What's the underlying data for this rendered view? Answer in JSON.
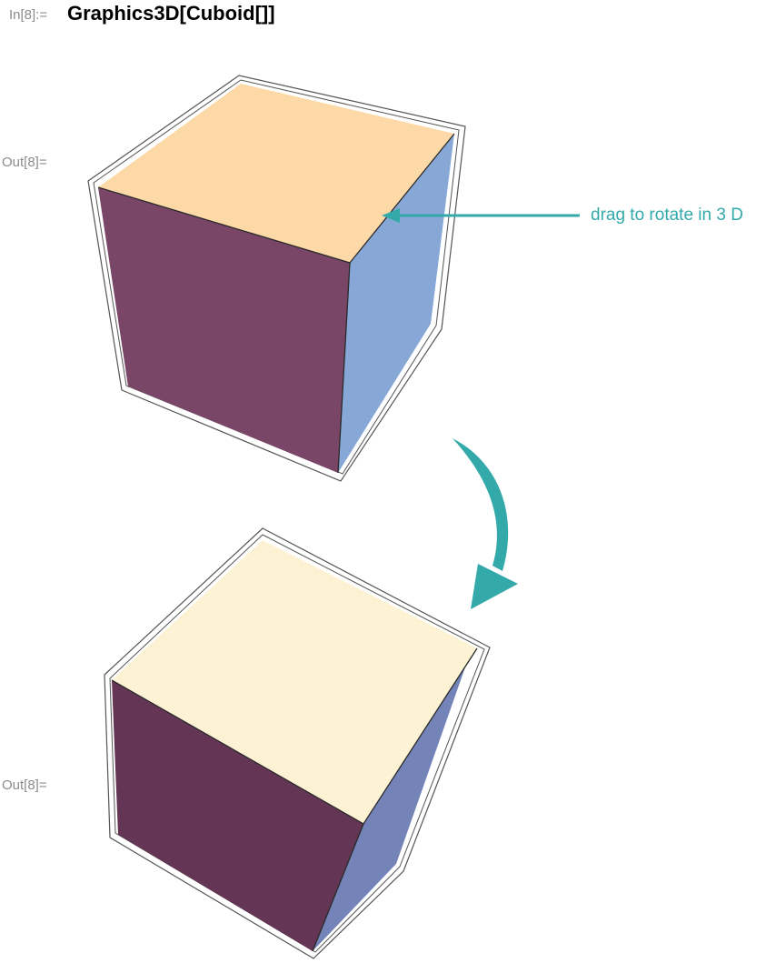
{
  "input_cell": {
    "label": "In[8]:=",
    "code": "Graphics3D[Cuboid[]]"
  },
  "output_cells": [
    {
      "label": "Out[8]="
    },
    {
      "label": "Out[8]="
    }
  ],
  "annotation": {
    "text": "drag to rotate in 3 D"
  },
  "colors": {
    "accent": "#33a9aa",
    "cube1_top": "#fdd9a8",
    "cube1_left": "#794667",
    "cube1_right": "#87a8d6",
    "cube2_top": "#fdf2d3",
    "cube2_left": "#643554",
    "cube2_right": "#7484b8",
    "bounding_box": "#555555"
  },
  "icons": {
    "pointer_arrow": "arrow-left-icon",
    "rotation_arrow": "curved-arrow-down-icon"
  }
}
